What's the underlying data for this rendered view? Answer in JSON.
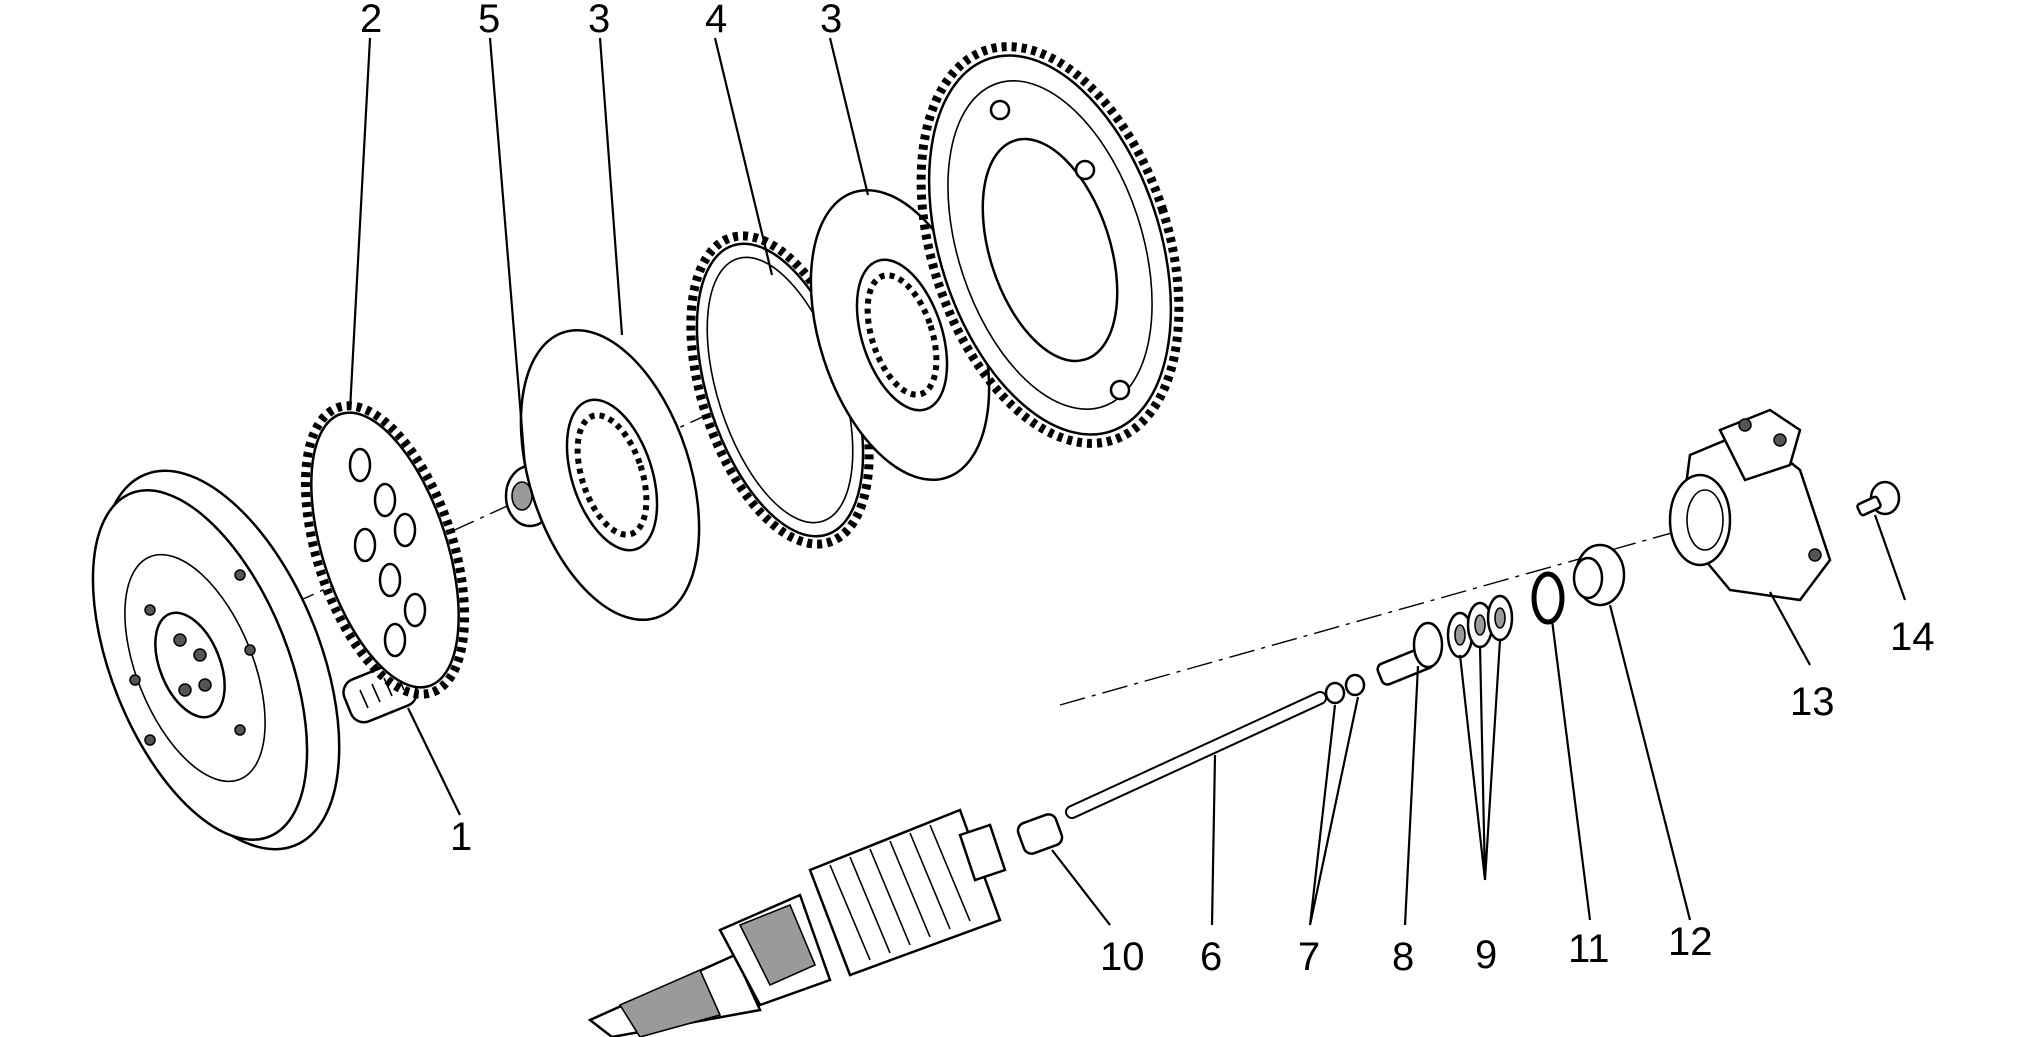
{
  "callouts": [
    {
      "id": "callout-1",
      "text": "1"
    },
    {
      "id": "callout-2",
      "text": "2"
    },
    {
      "id": "callout-3a",
      "text": "3"
    },
    {
      "id": "callout-3b",
      "text": "3"
    },
    {
      "id": "callout-4",
      "text": "4"
    },
    {
      "id": "callout-5",
      "text": "5"
    },
    {
      "id": "callout-6",
      "text": "6"
    },
    {
      "id": "callout-7",
      "text": "7"
    },
    {
      "id": "callout-8",
      "text": "8"
    },
    {
      "id": "callout-9",
      "text": "9"
    },
    {
      "id": "callout-10",
      "text": "10"
    },
    {
      "id": "callout-11",
      "text": "11"
    },
    {
      "id": "callout-12",
      "text": "12"
    },
    {
      "id": "callout-13",
      "text": "13"
    },
    {
      "id": "callout-14",
      "text": "14"
    }
  ]
}
